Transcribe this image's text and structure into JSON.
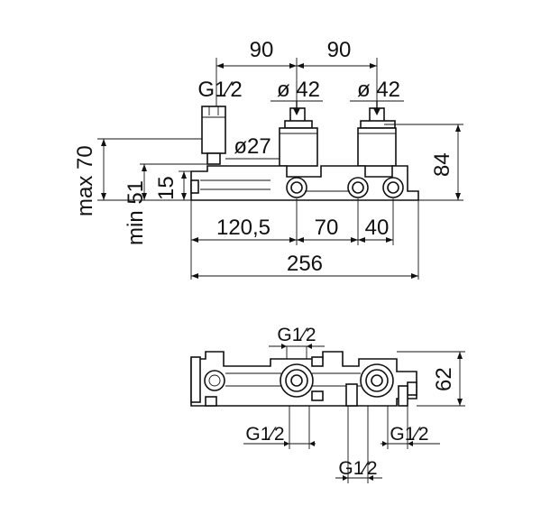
{
  "front_view": {
    "dim_top_left": "90",
    "dim_top_right": "90",
    "thread_left": "G1⁄2",
    "diam_center": "ø 42",
    "diam_right": "ø 42",
    "diam_27": "ø27",
    "max_depth": "max 70",
    "min_depth": "min 51",
    "dim_15": "15",
    "dim_84": "84",
    "dim_120_5": "120,5",
    "dim_70": "70",
    "dim_40": "40",
    "dim_256": "256"
  },
  "top_view": {
    "thread_top": "G1⁄2",
    "thread_bottom_left": "G1⁄2",
    "thread_bottom_right": "G1⁄2",
    "thread_bottom_center": "G1⁄2",
    "dim_62": "62"
  }
}
